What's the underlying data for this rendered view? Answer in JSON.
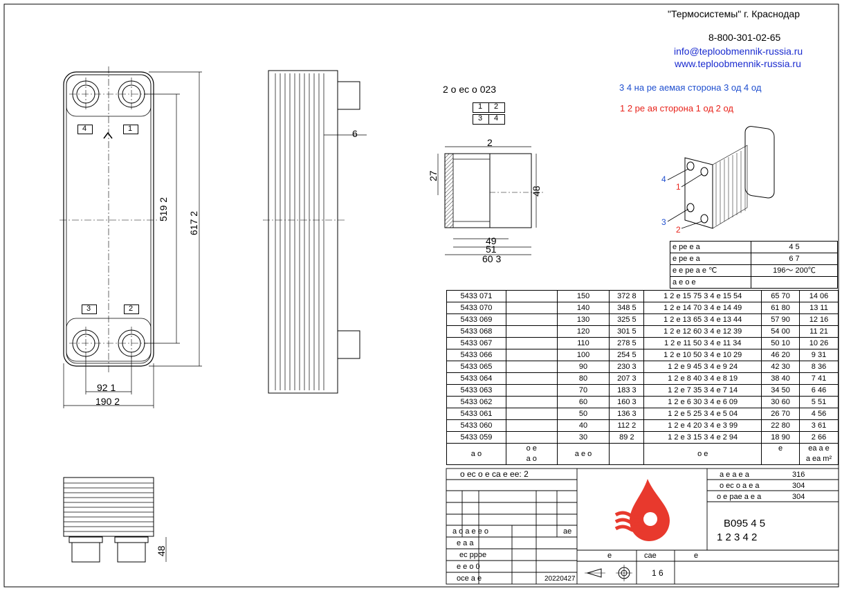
{
  "header": {
    "company": "\"Термосистемы\" г. Краснодар",
    "phone": "8-800-301-02-65",
    "email": "info@teploobmennik-russia.ru",
    "website": "www.teploobmennik-russia.ru"
  },
  "port_diagram": {
    "title": "2   о   ес о    023",
    "ports": [
      "1",
      "2",
      "3",
      "4"
    ],
    "blue_side": "3   4 на ре  аемая сторона    3     од    4      од",
    "red_side": "1   2  ре     ая сторона    1     од    2      од"
  },
  "front_view": {
    "port_labels": [
      "4",
      "1",
      "3",
      "2"
    ],
    "dim_width_small": "92 1",
    "dim_width": "190 2",
    "dim_height_inner": "519 2",
    "dim_height_outer": "617 2"
  },
  "side_view": {
    "dim_gap": "6"
  },
  "nozzle_view": {
    "dim_top": "2",
    "dim_left": "27",
    "dim_right": "48",
    "dim_49": "49",
    "dim_51": "51",
    "dim_603": "60 3"
  },
  "bottom_view": {
    "dim": "48"
  },
  "iso_view": {
    "labels_blue": [
      "4",
      "3"
    ],
    "labels_red": [
      "1",
      "2"
    ]
  },
  "spec_table": [
    {
      "label": "е     ре     е     а",
      "value": "4 5"
    },
    {
      "label": "е     ре     е     а",
      "value": "6 7"
    },
    {
      "label": "е     е ре а  е ℃",
      "value": "196～ 200℃"
    },
    {
      "label": "а е  о е",
      "value": ""
    }
  ],
  "models_table": {
    "rows": [
      {
        "code": "5433 071",
        "plates": "150",
        "length": "372 8",
        "connections": "1  2    е 15 75    3  4     е 15 54",
        "weight": "65 70",
        "area": "14 06"
      },
      {
        "code": "5433 070",
        "plates": "140",
        "length": "348 5",
        "connections": "1  2    е 14 70    3  4     е 14 49",
        "weight": "61 80",
        "area": "13 11"
      },
      {
        "code": "5433 069",
        "plates": "130",
        "length": "325 5",
        "connections": "1  2    е 13 65    3  4     е 13 44",
        "weight": "57 90",
        "area": "12 16"
      },
      {
        "code": "5433 068",
        "plates": "120",
        "length": "301 5",
        "connections": "1  2    е 12 60    3  4     е 12 39",
        "weight": "54 00",
        "area": "11 21"
      },
      {
        "code": "5433 067",
        "plates": "110",
        "length": "278 5",
        "connections": "1  2    е 11 50    3  4     е 11 34",
        "weight": "50 10",
        "area": "10 26"
      },
      {
        "code": "5433 066",
        "plates": "100",
        "length": "254 5",
        "connections": "1  2    е 10 50    3  4     е 10 29",
        "weight": "46 20",
        "area": "9 31"
      },
      {
        "code": "5433 065",
        "plates": "90",
        "length": "230 3",
        "connections": "1  2    е 9 45    3  4     е 9 24",
        "weight": "42 30",
        "area": "8 36"
      },
      {
        "code": "5433 064",
        "plates": "80",
        "length": "207 3",
        "connections": "1  2    е 8 40    3  4     е 8 19",
        "weight": "38 40",
        "area": "7 41"
      },
      {
        "code": "5433 063",
        "plates": "70",
        "length": "183 3",
        "connections": "1  2    е 7 35    3  4     е 7 14",
        "weight": "34 50",
        "area": "6 46"
      },
      {
        "code": "5433 062",
        "plates": "60",
        "length": "160 3",
        "connections": "1  2    е 6 30    3  4     е 6 09",
        "weight": "30 60",
        "area": "5 51"
      },
      {
        "code": "5433 061",
        "plates": "50",
        "length": "136 3",
        "connections": "1  2    е 5 25    3  4     е 5 04",
        "weight": "26 70",
        "area": "4 56"
      },
      {
        "code": "5433 060",
        "plates": "40",
        "length": "112 2",
        "connections": "1  2    е 4 20    3  4     е 3 99",
        "weight": "22 80",
        "area": "3 61"
      },
      {
        "code": "5433 059",
        "plates": "30",
        "length": "89 2",
        "connections": "1  2    е 3 15    3  4     е 2 94",
        "weight": "18 90",
        "area": "2 66"
      }
    ],
    "footer": {
      "code": "а      о",
      "plates_line1": "о е",
      "plates_line2": "а    о",
      "length": "а е  о",
      "connections": "о      е",
      "weight": "е",
      "area_line1": "еа   а    е",
      "area_line2": "а еа  m²"
    }
  },
  "title_block": {
    "plate_count": "о  ес о    е  са  е  ее:   2",
    "materials": [
      {
        "label": "а е   а е а",
        "value": "316"
      },
      {
        "label": "о  ес о     а е а",
        "value": "304"
      },
      {
        "label": "о е рае    а е а",
        "value": "304"
      }
    ],
    "model": "B095      4 5",
    "model_sub": "1  2  3  4     2",
    "left_rows": [
      "а      о        а  е  е  о",
      "е                  а  а",
      "ес                 ррое",
      "е е                 о             0",
      "осе                а е"
    ],
    "left_right_label": "ае",
    "date": "20220427",
    "bottom_labels": [
      "е",
      "сае",
      "е"
    ],
    "scale": "1  6"
  },
  "colors": {
    "blue": "#1f4fcf",
    "red": "#e8221a",
    "logo": "#e8392d"
  }
}
